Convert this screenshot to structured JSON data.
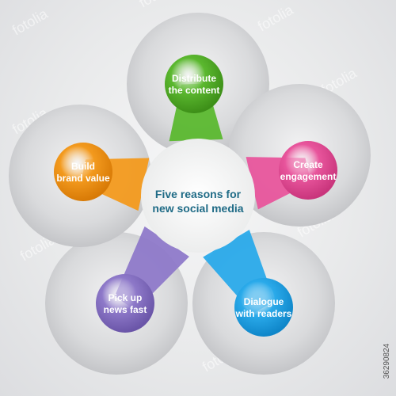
{
  "center": {
    "line1": "Five reasons for",
    "line2": "new social media"
  },
  "reasons": [
    {
      "line1": "Distribute",
      "line2": "the content",
      "color": "#5bb82f",
      "dark": "#3d8f18"
    },
    {
      "line1": "Create",
      "line2": "engagement",
      "color": "#e8559c",
      "dark": "#c9357c"
    },
    {
      "line1": "Dialogue",
      "line2": "with readers",
      "color": "#2aaaea",
      "dark": "#0f86c9"
    },
    {
      "line1": "Pick up",
      "line2": "news fast",
      "color": "#8e79c9",
      "dark": "#6a55a8"
    },
    {
      "line1": "Build",
      "line2": "brand value",
      "color": "#f39a1e",
      "dark": "#d87a06"
    }
  ],
  "watermark": "fotolia",
  "image_id": "36290824"
}
